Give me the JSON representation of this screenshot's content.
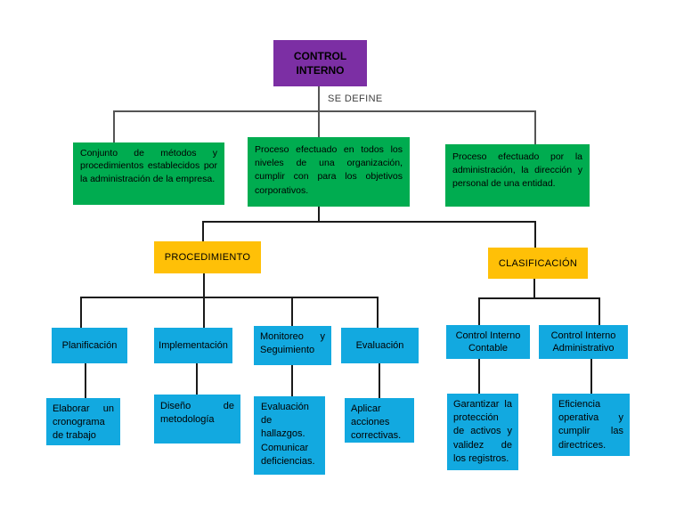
{
  "colors": {
    "root_fill": "#7C2FA4",
    "definition_fill": "#00AC50",
    "category_fill": "#FFC007",
    "item_fill": "#12A9E0",
    "connector_top": "#555555",
    "connector": "#1a1a1a",
    "text": "#000000"
  },
  "root": {
    "label": "CONTROL INTERNO"
  },
  "edge_label": "SE DEFINE",
  "definitions": [
    "Conjunto de métodos y procedimientos establecidos por la administración de la empresa.",
    "Proceso efectuado en todos los niveles de una organización, cumplir con para los objetivos corporativos.",
    "Proceso efectuado por la administración, la dirección y personal de una entidad."
  ],
  "procedimiento": {
    "label": "PROCEDIMIENTO",
    "steps": [
      {
        "label": "Planificación",
        "detail": "Elaborar un cronograma de trabajo"
      },
      {
        "label": "Implementación",
        "detail": "Diseño de metodología"
      },
      {
        "label": "Monitoreo y Seguimiento",
        "detail": "Evaluación de hallazgos. Comunicar deficiencias."
      },
      {
        "label": "Evaluación",
        "detail": "Aplicar acciones correctivas."
      }
    ]
  },
  "clasificacion": {
    "label": "CLASIFICACIÓN",
    "types": [
      {
        "label": "Control Interno Contable",
        "detail": "Garantizar la protección de activos y validez de los registros."
      },
      {
        "label": "Control Interno Administrativo",
        "detail": "Eficiencia operativa y cumplir las directrices."
      }
    ]
  }
}
